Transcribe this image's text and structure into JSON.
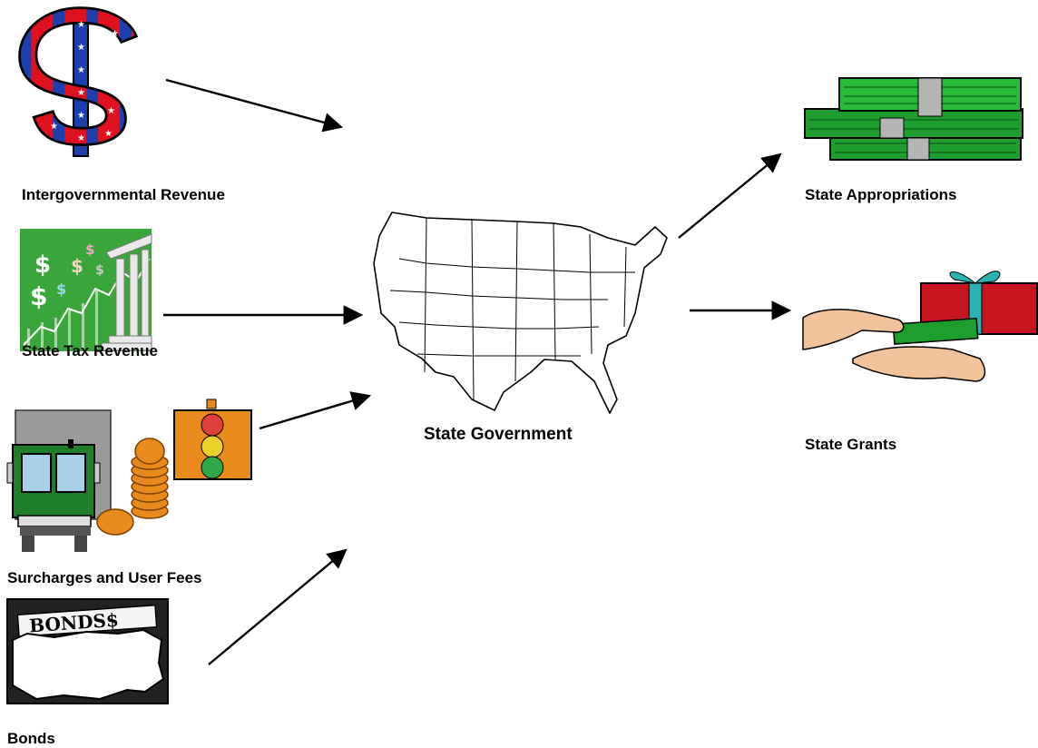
{
  "sources": {
    "intergovernmental": {
      "label": "Intergovernmental Revenue",
      "icon": "star-dollar-sign-icon"
    },
    "state_tax": {
      "label": "State Tax Revenue",
      "icon": "dollar-growth-chart-icon"
    },
    "surcharges": {
      "label": "Surcharges and User Fees",
      "icon": "truck-coins-traffic-light-icon"
    },
    "bonds": {
      "label": "Bonds",
      "icon": "bonds-certificate-icon",
      "banner_text": "BONDS$"
    }
  },
  "center": {
    "label": "State Government",
    "icon": "us-map-icon"
  },
  "outputs": {
    "appropriations": {
      "label": "State Appropriations",
      "icon": "money-stack-icon"
    },
    "grants": {
      "label": "State Grants",
      "icon": "hands-money-gift-icon"
    }
  },
  "colors": {
    "flag_red": "#e0101e",
    "flag_blue": "#1b3fae",
    "money_green": "#1e9e2e",
    "chart_green": "#3aa53a",
    "coin_orange": "#e88b1c",
    "gift_red": "#c8141e",
    "ribbon_teal": "#29b3b3"
  }
}
